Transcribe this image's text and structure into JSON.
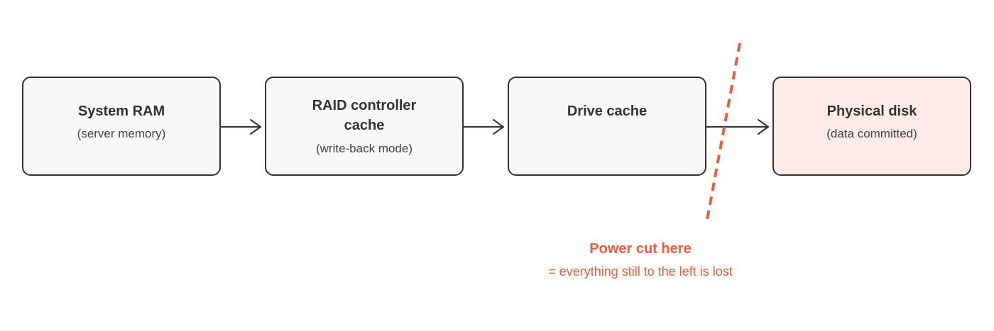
{
  "nodes": [
    {
      "id": "ram",
      "title": "System RAM",
      "subtitle": "(server memory)"
    },
    {
      "id": "raid",
      "title_lines": [
        "RAID controller",
        "cache"
      ],
      "subtitle": "(write-back mode)"
    },
    {
      "id": "drive",
      "title": "Drive cache"
    },
    {
      "id": "disk",
      "title": "Physical disk",
      "subtitle": "(data committed)"
    }
  ],
  "annotation": {
    "title": "Power cut here",
    "subtitle": "= everything still to the left is lost"
  },
  "colors": {
    "stroke": "#333333",
    "box_fill": "#f8f8f8",
    "highlight_fill": "#ffeaea",
    "accent": "#ee5a3a"
  }
}
